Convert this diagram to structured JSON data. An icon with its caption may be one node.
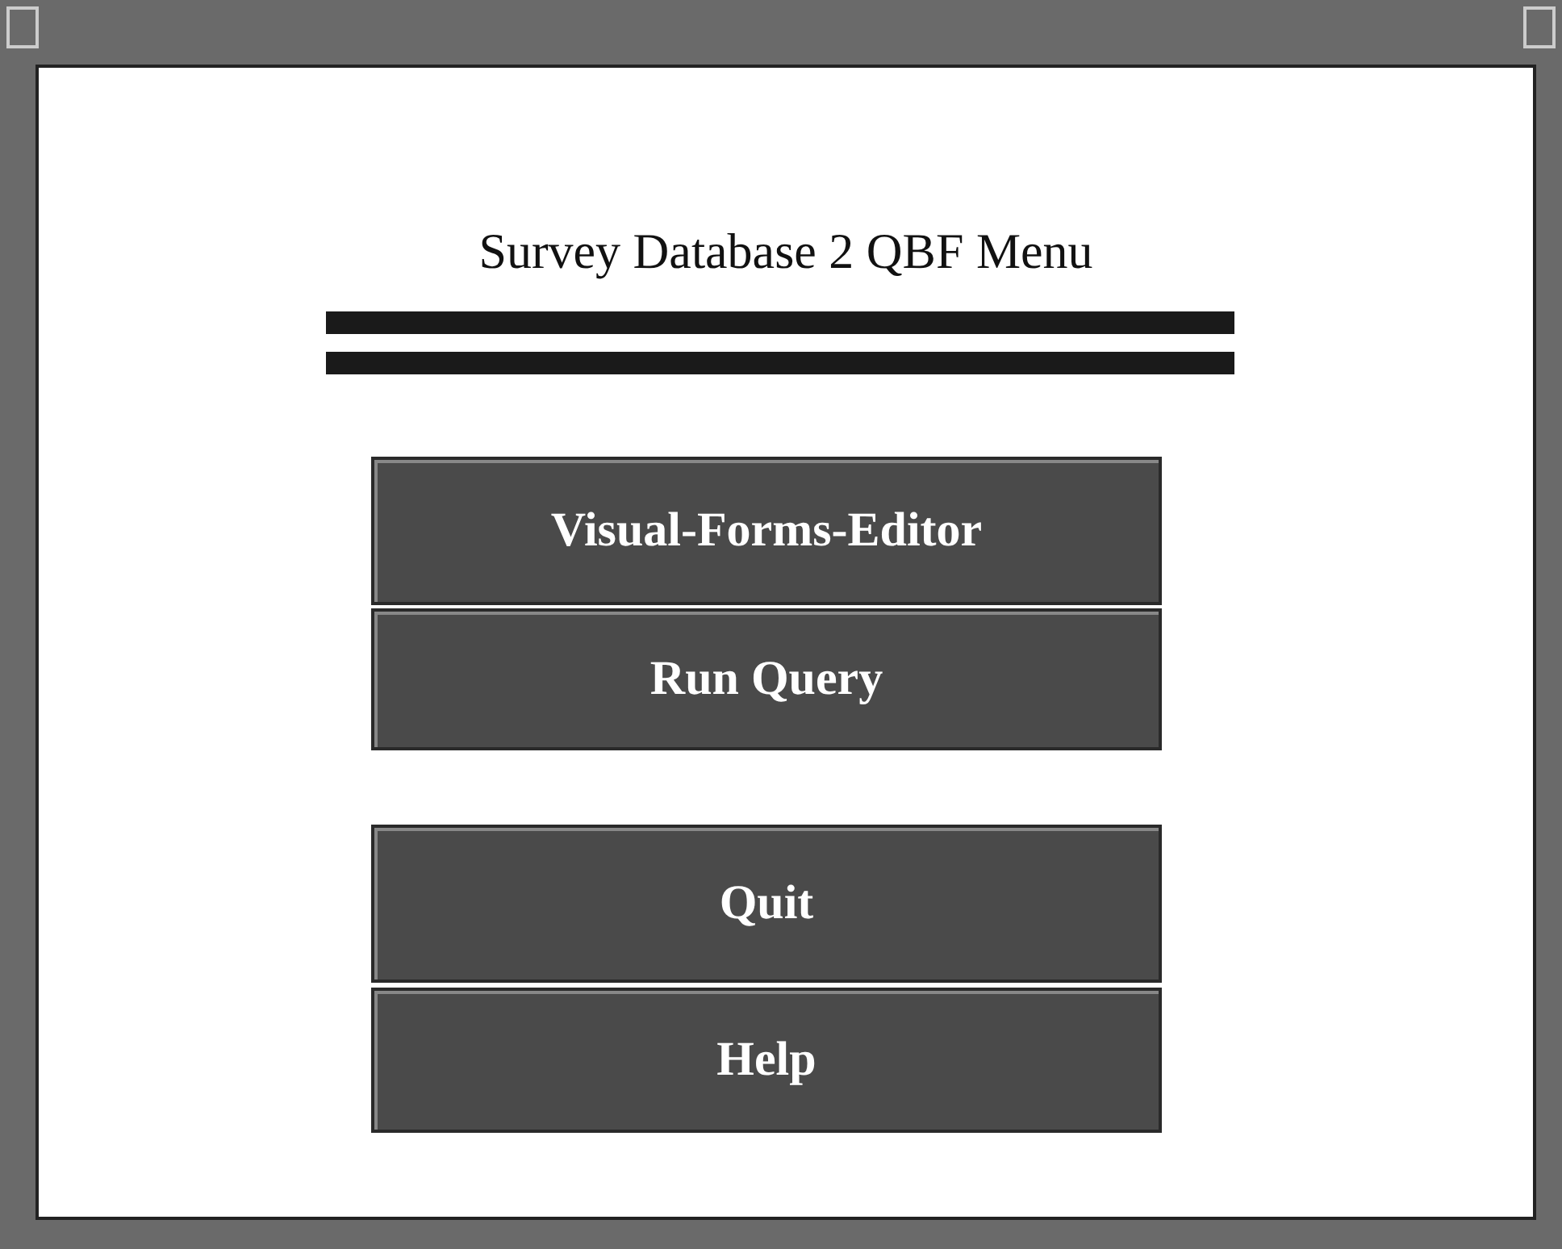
{
  "diagram": {
    "title": "Survey Database 2 QBF Menu",
    "nodes": [
      {
        "text": [
          "Visual-Forms-Editor"
        ]
      },
      {
        "text": [
          "Run Query"
        ]
      },
      {
        "text": [
          "Quit"
        ]
      },
      {
        "text": [
          "Help"
        ]
      }
    ]
  }
}
